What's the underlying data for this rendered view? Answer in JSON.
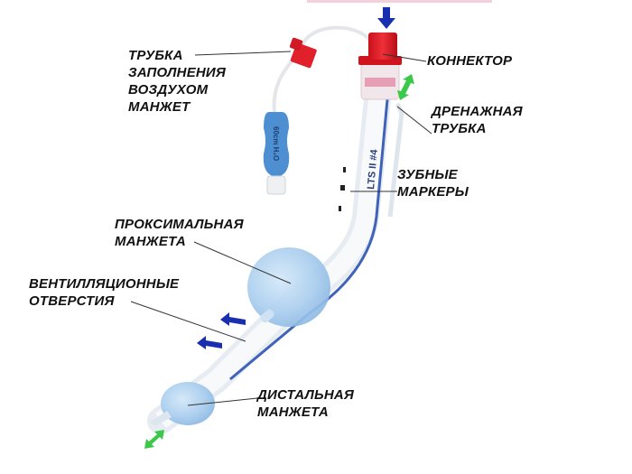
{
  "title": "Ларингеальная трубка",
  "labels": {
    "fill_tube": [
      "ТРУБКА",
      "ЗАПОЛНЕНИЯ",
      "ВОЗДУХОМ",
      "МАНЖЕТ"
    ],
    "connector": [
      "КОННЕКТОР"
    ],
    "drain_tube": [
      "ДРЕНАЖНАЯ",
      "ТРУБКА"
    ],
    "teeth_markers": [
      "ЗУБНЫЕ",
      "МАРКЕРЫ"
    ],
    "proximal_cuff": [
      "ПРОКСИМАЛЬНАЯ",
      "МАНЖЕТА"
    ],
    "vent_holes": [
      "ВЕНТИЛЛЯЦИОННЫЕ",
      "ОТВЕРСТИЯ"
    ],
    "distal_cuff": [
      "ДИСТАЛЬНАЯ",
      "МАНЖЕТА"
    ]
  },
  "device_markings": {
    "balloon": "60cm H₂O",
    "tube": "LTS II #4"
  },
  "colors": {
    "connector_red": "#e0202a",
    "cuff_blue": "#a9cdee",
    "airflow_arrow": "#1a2fb0",
    "drain_arrow": "#3cc84a",
    "top_bar": "#f3d0dc"
  }
}
